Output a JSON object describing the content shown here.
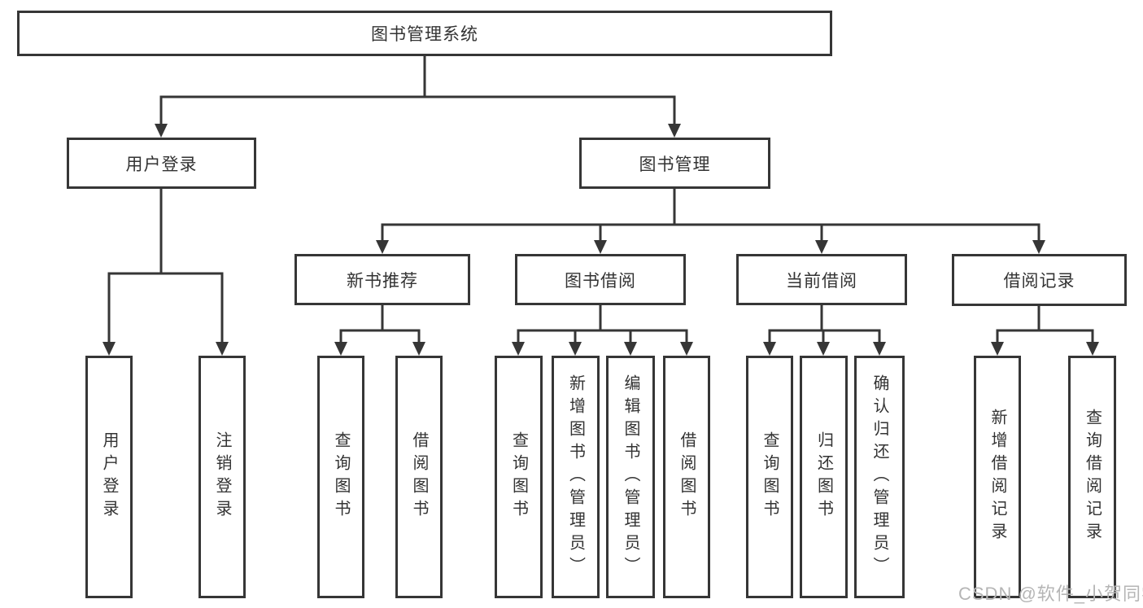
{
  "colors": {
    "line": "#363636",
    "box_border": "#363636",
    "text": "#333333",
    "watermark": "#b5b5b5",
    "background": "#ffffff"
  },
  "tree": {
    "label": "图书管理系统",
    "children": [
      {
        "label": "用户登录",
        "children": [
          {
            "label": "用户登录"
          },
          {
            "label": "注销登录"
          }
        ]
      },
      {
        "label": "图书管理",
        "children": [
          {
            "label": "新书推荐",
            "children": [
              {
                "label": "查询图书"
              },
              {
                "label": "借阅图书"
              }
            ]
          },
          {
            "label": "图书借阅",
            "children": [
              {
                "label": "查询图书"
              },
              {
                "label": "新增图书（管理员）"
              },
              {
                "label": "编辑图书（管理员）"
              },
              {
                "label": "借阅图书"
              }
            ]
          },
          {
            "label": "当前借阅",
            "children": [
              {
                "label": "查询图书"
              },
              {
                "label": "归还图书"
              },
              {
                "label": "确认归还（管理员）"
              }
            ]
          },
          {
            "label": "借阅记录",
            "children": [
              {
                "label": "新增借阅记录"
              },
              {
                "label": "查询借阅记录"
              }
            ]
          }
        ]
      }
    ]
  },
  "watermark": {
    "text": "CSDN @软件_小贺同学"
  }
}
